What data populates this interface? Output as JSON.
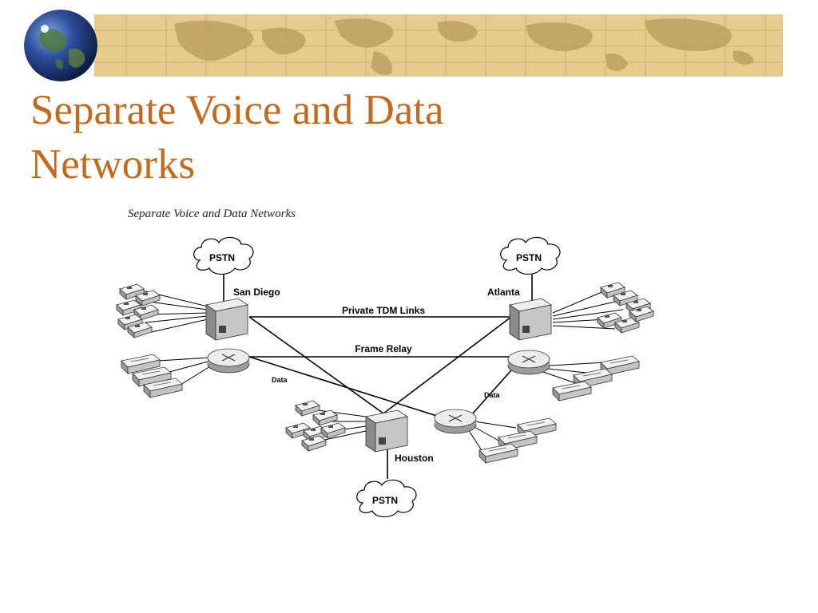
{
  "slide": {
    "title_line1": "Separate Voice and Data",
    "title_line2": "Networks"
  },
  "figure": {
    "caption": "Separate Voice and Data Networks",
    "pstn_label": "PSTN",
    "sites": {
      "san_diego": "San Diego",
      "atlanta": "Atlanta",
      "houston": "Houston"
    },
    "links": {
      "private_tdm": "Private TDM Links",
      "frame_relay": "Frame Relay",
      "data": "Data"
    }
  },
  "colors": {
    "title": "#c46a1e",
    "banner": "#e6cc8a"
  }
}
